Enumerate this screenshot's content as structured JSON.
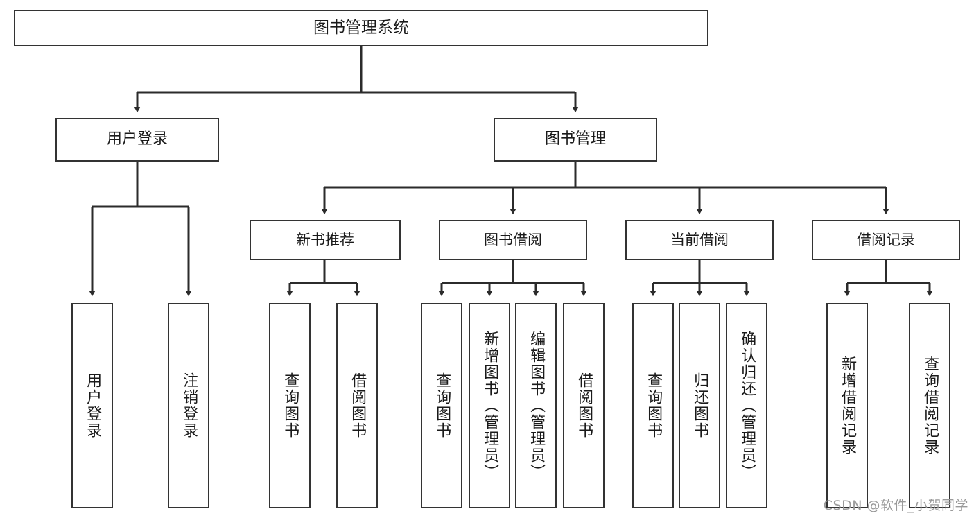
{
  "diagram": {
    "title": "图书管理系统",
    "type": "tree-hierarchy",
    "colors": {
      "box_border": "#333333",
      "box_fill": "#ffffff",
      "connector": "#2b2b2b",
      "text": "#1a1a1a",
      "watermark": "#9a9a9a",
      "background": "#ffffff"
    },
    "root": {
      "label": "图书管理系统"
    },
    "level2": [
      {
        "label": "用户登录"
      },
      {
        "label": "图书管理"
      }
    ],
    "level3": [
      {
        "label": "新书推荐"
      },
      {
        "label": "图书借阅"
      },
      {
        "label": "当前借阅"
      },
      {
        "label": "借阅记录"
      }
    ],
    "leaves": {
      "user_login": [
        {
          "label": "用户登录"
        },
        {
          "label": "注销登录"
        }
      ],
      "new_book_recommend": [
        {
          "label": "查询图书"
        },
        {
          "label": "借阅图书"
        }
      ],
      "book_borrow": [
        {
          "label": "查询图书"
        },
        {
          "label": "新增图书（管理员）"
        },
        {
          "label": "编辑图书（管理员）"
        },
        {
          "label": "借阅图书"
        }
      ],
      "current_borrow": [
        {
          "label": "查询图书"
        },
        {
          "label": "归还图书"
        },
        {
          "label": "确认归还（管理员）"
        }
      ],
      "borrow_record": [
        {
          "label": "新增借阅记录"
        },
        {
          "label": "查询借阅记录"
        }
      ]
    },
    "watermark": "CSDN @软件_小贺同学"
  }
}
